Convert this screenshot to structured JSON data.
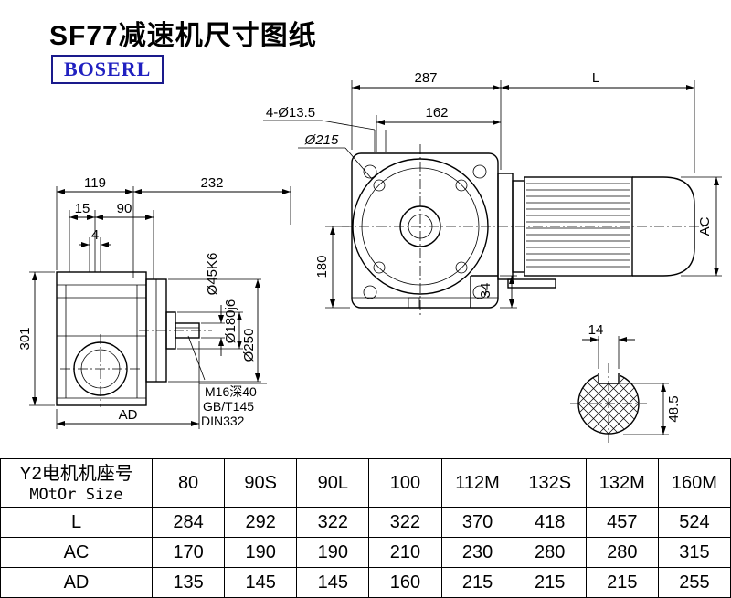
{
  "page": {
    "title": "SF77减速机尺寸图纸",
    "brand": "BOSERL"
  },
  "dims": {
    "left_width_1": "119",
    "left_width_2": "232",
    "left_offset_1": "15",
    "left_offset_2": "90",
    "left_offset_3": "4",
    "left_height": "301",
    "left_ad": "AD",
    "shaft_dia": "Ø45K6",
    "spigot_dia": "Ø180j6",
    "flange_dia": "Ø250",
    "note_tap": "M16深40",
    "note_std1": "GB/T145",
    "note_std2": "DIN332",
    "front_width": "287",
    "front_inner": "162",
    "motor_len": "L",
    "holes": "4-Ø13.5",
    "pilot_dia": "Ø215",
    "center_height": "180",
    "foot_step": "34",
    "motor_dia": "AC",
    "key_width": "14",
    "key_height": "48.5"
  },
  "table": {
    "header_line1": "Y2电机机座号",
    "header_line2": "MOtOr Size",
    "columns": [
      "80",
      "90S",
      "90L",
      "100",
      "112M",
      "132S",
      "132M",
      "160M"
    ],
    "rows": [
      {
        "label": "L",
        "values": [
          "284",
          "292",
          "322",
          "322",
          "370",
          "418",
          "457",
          "524"
        ]
      },
      {
        "label": "AC",
        "values": [
          "170",
          "190",
          "190",
          "210",
          "230",
          "280",
          "280",
          "315"
        ]
      },
      {
        "label": "AD",
        "values": [
          "135",
          "145",
          "145",
          "160",
          "215",
          "215",
          "215",
          "255"
        ]
      }
    ]
  }
}
